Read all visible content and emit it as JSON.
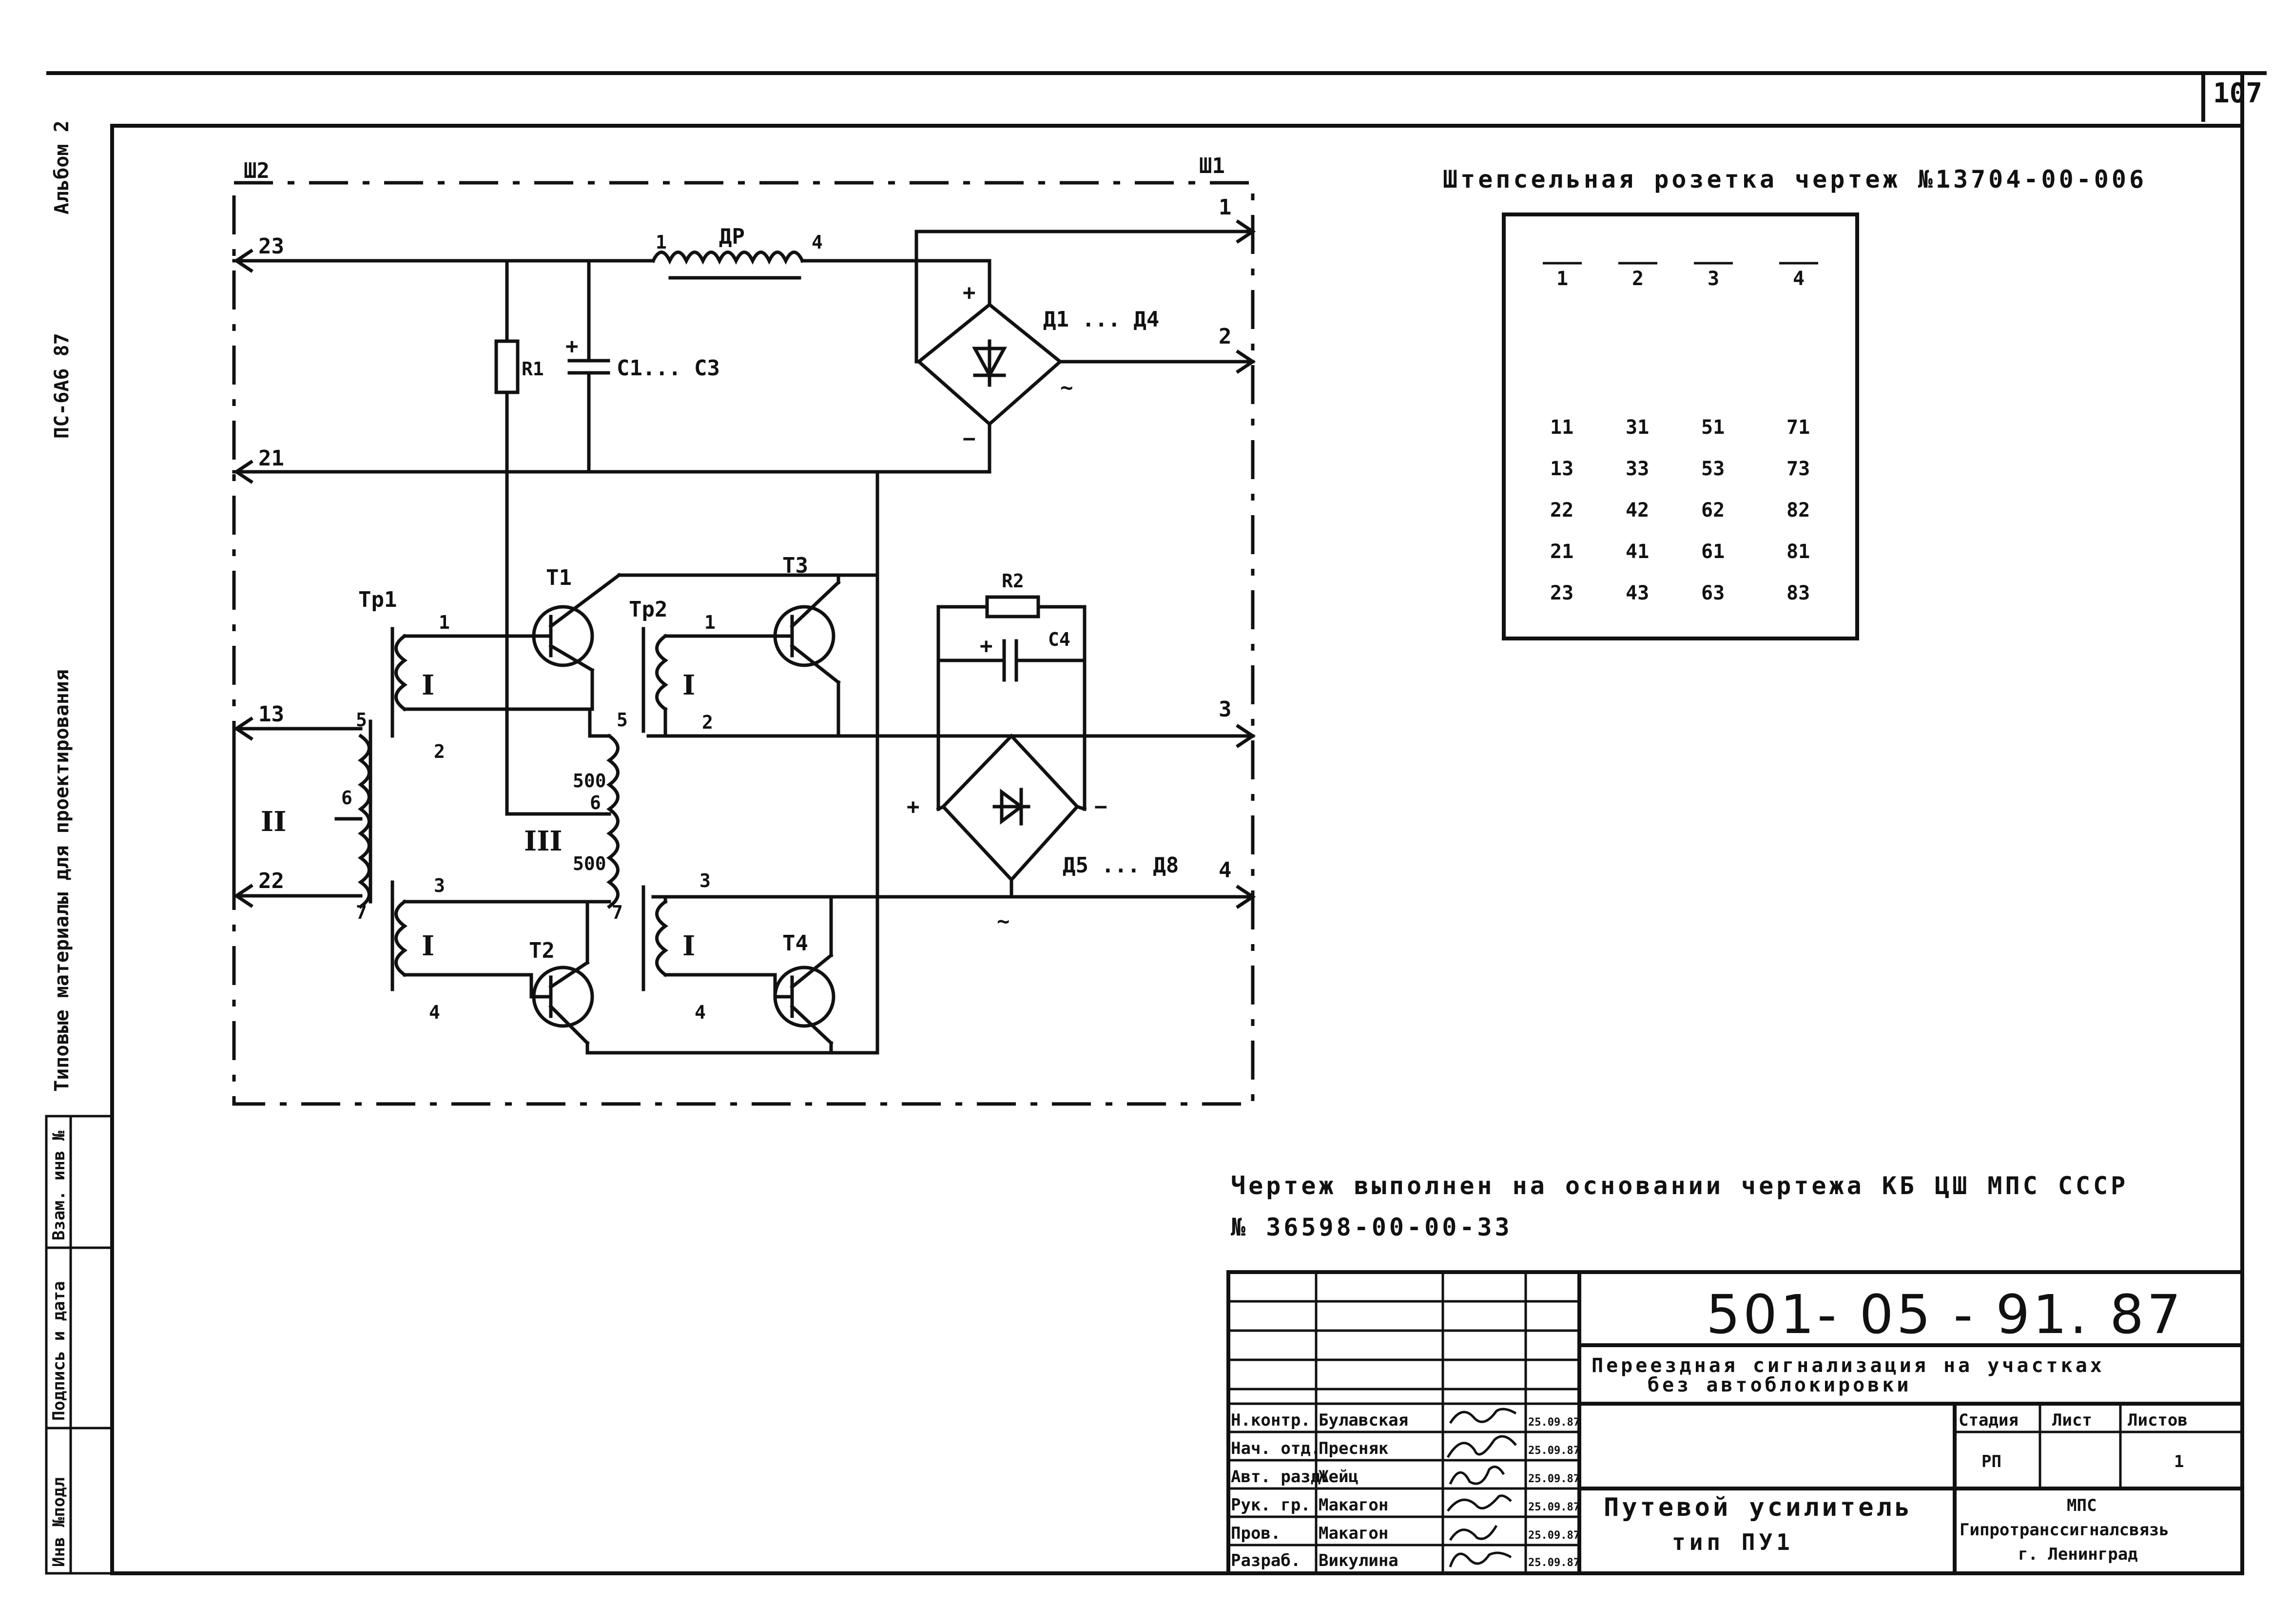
{
  "page_number": "107",
  "side_stamp": {
    "album": "Альбом 2",
    "code": "ПС-6А6 87",
    "series": "Типовые материалы для проектирования"
  },
  "left_stamp": {
    "cells": [
      "Инв №подл",
      "Подпись и дата",
      "Взам. инв №"
    ]
  },
  "schematic": {
    "connectors": {
      "w2": "Ш2",
      "w1": "Ш1"
    },
    "left_pins": [
      "23",
      "21",
      "13",
      "22"
    ],
    "right_pins": [
      "1",
      "2",
      "3",
      "4"
    ],
    "components": {
      "choke": "ДР",
      "choke_pin_left": "1",
      "choke_pin_right": "4",
      "resistor1": "R1",
      "caps": "C1... C3",
      "bridge1": "Д1 ... Д4",
      "resistor2": "R2",
      "cap4": "C4",
      "bridge2": "Д5 ... Д8",
      "tr1": "Тр1",
      "tr2": "Тр2",
      "t1": "Т1",
      "t2": "Т2",
      "t3": "Т3",
      "t4": "Т4"
    },
    "winding_marks": {
      "roman1": "I",
      "roman2": "II",
      "roman3": "III",
      "tr1_pins": [
        "1",
        "2",
        "3",
        "4",
        "5",
        "6",
        "7"
      ],
      "tr2_pins": [
        "1",
        "2",
        "3",
        "4",
        "5",
        "6",
        "7"
      ],
      "turns_a": "500",
      "turns_b": "500"
    },
    "polarity": {
      "plus": "+",
      "minus": "−",
      "ac": "~"
    }
  },
  "socket": {
    "title": "Штепсельная розетка чертеж №13704-00-006",
    "top_row": [
      "1",
      "2",
      "3",
      "4"
    ],
    "rows": [
      [
        "11",
        "31",
        "51",
        "71"
      ],
      [
        "13",
        "33",
        "53",
        "73"
      ],
      [
        "22",
        "42",
        "62",
        "82"
      ],
      [
        "21",
        "41",
        "61",
        "81"
      ],
      [
        "23",
        "43",
        "63",
        "83"
      ]
    ]
  },
  "note": {
    "line1": "Чертеж выполнен на основании чертежа КБ ЦШ МПС СССР",
    "line2": "№ 36598-00-00-33"
  },
  "title_block": {
    "doc_code": "501- 05 - 91. 87",
    "project": "Переездная сигнализация на участках",
    "project2": "без автоблокировки",
    "name": "Путевой усилитель",
    "type": "тип ПУ1",
    "stage_hdr": "Стадия",
    "sheet_hdr": "Лист",
    "sheets_hdr": "Листов",
    "stage": "РП",
    "sheet": "",
    "sheets": "1",
    "org1": "МПС",
    "org2": "Гипротранссигналсвязь",
    "org3": "г. Ленинград",
    "staff": [
      {
        "role": "Н.контр.",
        "name": "Булавская",
        "date": "25.09.87"
      },
      {
        "role": "Нач. отд.",
        "name": "Пресняк",
        "date": "25.09.87"
      },
      {
        "role": "Авт. разд.",
        "name": "Жейц",
        "date": "25.09.87"
      },
      {
        "role": "Рук. гр.",
        "name": "Макагон",
        "date": "25.09.87"
      },
      {
        "role": "Пров.",
        "name": "Макагон",
        "date": "25.09.87"
      },
      {
        "role": "Разраб.",
        "name": "Викулина",
        "date": "25.09.87"
      }
    ]
  }
}
